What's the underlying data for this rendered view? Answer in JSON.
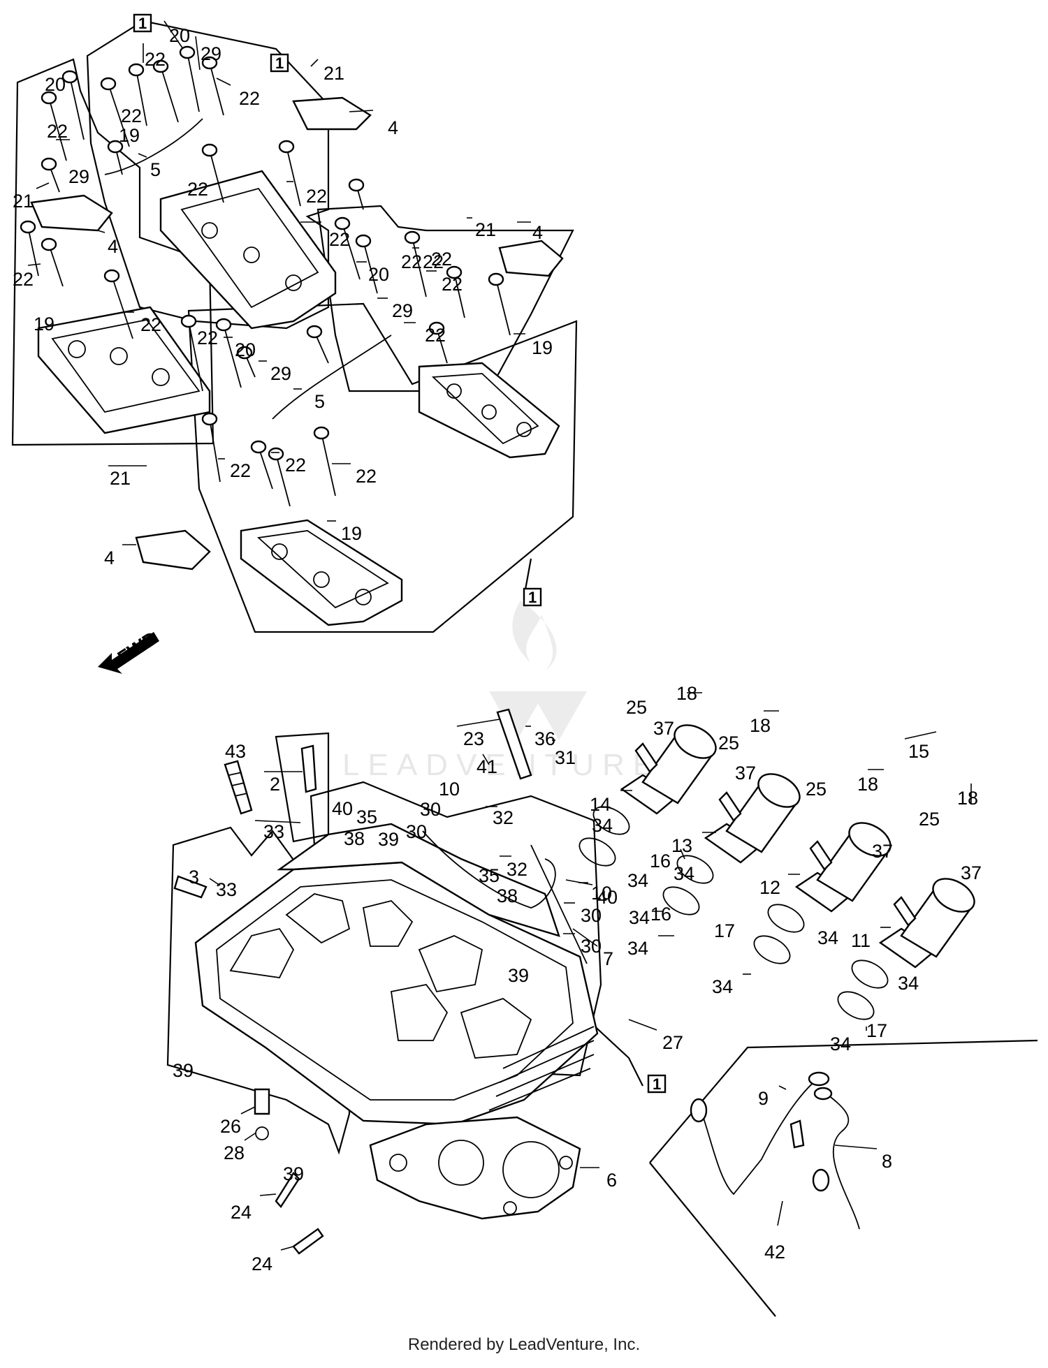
{
  "footer": "Rendered by LeadVenture, Inc.",
  "watermark": "LEADVENTURE",
  "fwd_label": "FWD",
  "callouts": [
    {
      "id": "c-20a",
      "text": "20"
    },
    {
      "id": "c-20b",
      "text": "20"
    },
    {
      "id": "c-20c",
      "text": "20"
    },
    {
      "id": "c-20d",
      "text": "20"
    },
    {
      "id": "c-29a",
      "text": "29"
    },
    {
      "id": "c-29b",
      "text": "29"
    },
    {
      "id": "c-29c",
      "text": "29"
    },
    {
      "id": "c-29d",
      "text": "29"
    },
    {
      "id": "c-21a",
      "text": "21"
    },
    {
      "id": "c-21b",
      "text": "21"
    },
    {
      "id": "c-21c",
      "text": "21"
    },
    {
      "id": "c-21d",
      "text": "21"
    },
    {
      "id": "c-22a",
      "text": "22"
    },
    {
      "id": "c-22b",
      "text": "22"
    },
    {
      "id": "c-22c",
      "text": "22"
    },
    {
      "id": "c-22d",
      "text": "22"
    },
    {
      "id": "c-22e",
      "text": "22"
    },
    {
      "id": "c-22f",
      "text": "22"
    },
    {
      "id": "c-22g",
      "text": "22"
    },
    {
      "id": "c-22h",
      "text": "22"
    },
    {
      "id": "c-22i",
      "text": "22"
    },
    {
      "id": "c-22j",
      "text": "22"
    },
    {
      "id": "c-22k",
      "text": "22"
    },
    {
      "id": "c-22l",
      "text": "22"
    },
    {
      "id": "c-22m",
      "text": "22"
    },
    {
      "id": "c-22n",
      "text": "22"
    },
    {
      "id": "c-22o",
      "text": "22"
    },
    {
      "id": "c-22p",
      "text": "22"
    },
    {
      "id": "c-22q",
      "text": "22"
    },
    {
      "id": "c-22r",
      "text": "22"
    },
    {
      "id": "c-19a",
      "text": "19"
    },
    {
      "id": "c-19b",
      "text": "19"
    },
    {
      "id": "c-19c",
      "text": "19"
    },
    {
      "id": "c-19d",
      "text": "19"
    },
    {
      "id": "c-4a",
      "text": "4"
    },
    {
      "id": "c-4b",
      "text": "4"
    },
    {
      "id": "c-4c",
      "text": "4"
    },
    {
      "id": "c-4d",
      "text": "4"
    },
    {
      "id": "c-5a",
      "text": "5"
    },
    {
      "id": "c-5b",
      "text": "5"
    },
    {
      "id": "c-43",
      "text": "43"
    },
    {
      "id": "c-2",
      "text": "2"
    },
    {
      "id": "c-33a",
      "text": "33"
    },
    {
      "id": "c-33b",
      "text": "33"
    },
    {
      "id": "c-3",
      "text": "3"
    },
    {
      "id": "c-40a",
      "text": "40"
    },
    {
      "id": "c-40b",
      "text": "40"
    },
    {
      "id": "c-35a",
      "text": "35"
    },
    {
      "id": "c-35b",
      "text": "35"
    },
    {
      "id": "c-38a",
      "text": "38"
    },
    {
      "id": "c-38b",
      "text": "38"
    },
    {
      "id": "c-39a",
      "text": "39"
    },
    {
      "id": "c-39b",
      "text": "39"
    },
    {
      "id": "c-39c",
      "text": "39"
    },
    {
      "id": "c-39d",
      "text": "39"
    },
    {
      "id": "c-30a",
      "text": "30"
    },
    {
      "id": "c-30b",
      "text": "30"
    },
    {
      "id": "c-30c",
      "text": "30"
    },
    {
      "id": "c-30d",
      "text": "30"
    },
    {
      "id": "c-10a",
      "text": "10"
    },
    {
      "id": "c-10b",
      "text": "10"
    },
    {
      "id": "c-41",
      "text": "41"
    },
    {
      "id": "c-23",
      "text": "23"
    },
    {
      "id": "c-32a",
      "text": "32"
    },
    {
      "id": "c-32b",
      "text": "32"
    },
    {
      "id": "c-36",
      "text": "36"
    },
    {
      "id": "c-31",
      "text": "31"
    },
    {
      "id": "c-7",
      "text": "7"
    },
    {
      "id": "c-27",
      "text": "27"
    },
    {
      "id": "c-26",
      "text": "26"
    },
    {
      "id": "c-28",
      "text": "28"
    },
    {
      "id": "c-24a",
      "text": "24"
    },
    {
      "id": "c-24b",
      "text": "24"
    },
    {
      "id": "c-6",
      "text": "6"
    },
    {
      "id": "c-25a",
      "text": "25"
    },
    {
      "id": "c-25b",
      "text": "25"
    },
    {
      "id": "c-25c",
      "text": "25"
    },
    {
      "id": "c-25d",
      "text": "25"
    },
    {
      "id": "c-37a",
      "text": "37"
    },
    {
      "id": "c-37b",
      "text": "37"
    },
    {
      "id": "c-37c",
      "text": "37"
    },
    {
      "id": "c-37d",
      "text": "37"
    },
    {
      "id": "c-18a",
      "text": "18"
    },
    {
      "id": "c-18b",
      "text": "18"
    },
    {
      "id": "c-18c",
      "text": "18"
    },
    {
      "id": "c-18d",
      "text": "18"
    },
    {
      "id": "c-15",
      "text": "15"
    },
    {
      "id": "c-14",
      "text": "14"
    },
    {
      "id": "c-13",
      "text": "13"
    },
    {
      "id": "c-12",
      "text": "12"
    },
    {
      "id": "c-11",
      "text": "11"
    },
    {
      "id": "c-16a",
      "text": "16"
    },
    {
      "id": "c-16b",
      "text": "16"
    },
    {
      "id": "c-34a",
      "text": "34"
    },
    {
      "id": "c-34b",
      "text": "34"
    },
    {
      "id": "c-34c",
      "text": "34"
    },
    {
      "id": "c-34d",
      "text": "34"
    },
    {
      "id": "c-34e",
      "text": "34"
    },
    {
      "id": "c-34f",
      "text": "34"
    },
    {
      "id": "c-34g",
      "text": "34"
    },
    {
      "id": "c-34h",
      "text": "34"
    },
    {
      "id": "c-34i",
      "text": "34"
    },
    {
      "id": "c-17a",
      "text": "17"
    },
    {
      "id": "c-17b",
      "text": "17"
    },
    {
      "id": "c-9",
      "text": "9"
    },
    {
      "id": "c-8",
      "text": "8"
    },
    {
      "id": "c-42",
      "text": "42"
    }
  ],
  "boxed_callouts": [
    {
      "id": "b-1a",
      "text": "1"
    },
    {
      "id": "b-1b",
      "text": "1"
    },
    {
      "id": "b-1c",
      "text": "1"
    },
    {
      "id": "b-1d",
      "text": "1"
    }
  ]
}
